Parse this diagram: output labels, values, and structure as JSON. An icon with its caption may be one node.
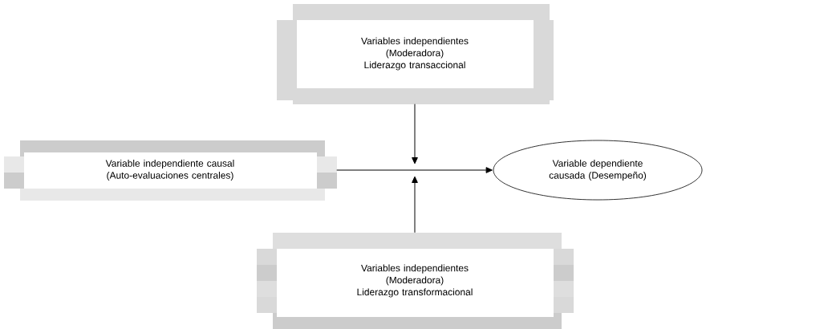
{
  "diagram": {
    "nodes": [
      {
        "text": [
          "Variables independientes",
          "(Moderadora)",
          "Liderazgo transaccional"
        ]
      },
      {
        "text": [
          "Variable independiente causal (Auto-evaluaciones centrales)"
        ]
      },
      {
        "text": [
          "Variable dependiente causada (Desempeño)"
        ]
      },
      {
        "text": [
          "Variables independientes",
          "(Moderadora)",
          "Liderazgo transformacional"
        ]
      }
    ],
    "edges": [
      {
        "from": 0,
        "to": null,
        "arrow": "to"
      },
      {
        "from": 1,
        "to": 2,
        "arrow": "to"
      },
      {
        "from": 3,
        "to": null,
        "arrow": "to"
      }
    ]
  }
}
